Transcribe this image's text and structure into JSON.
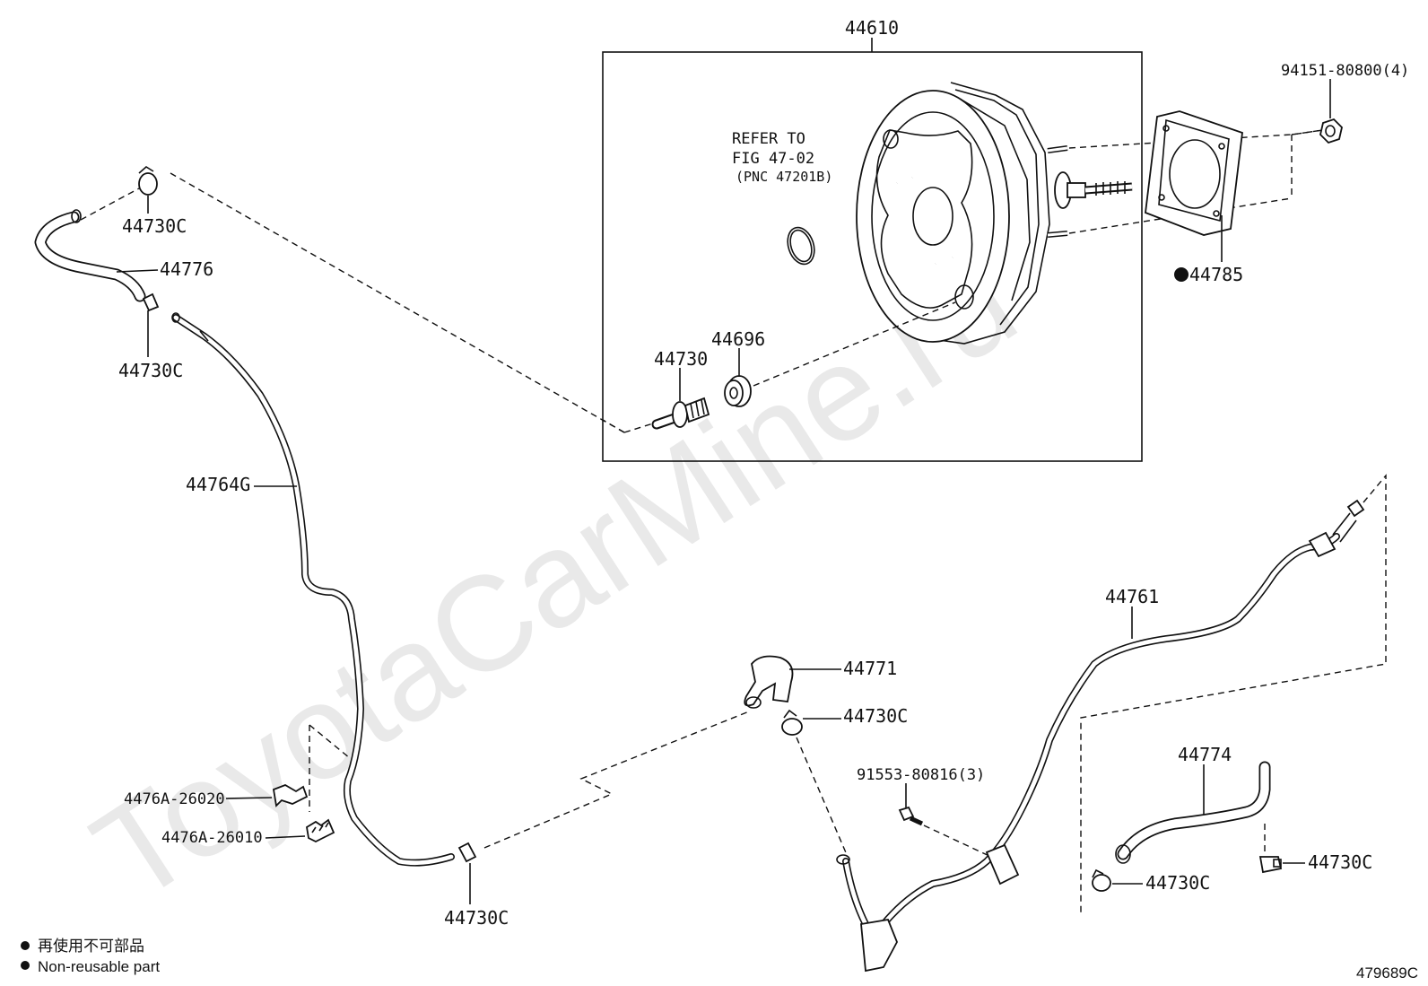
{
  "watermark": "ToyotaCarMine.ru",
  "group_label": "44610",
  "note": {
    "line1": "REFER TO",
    "line2": "FIG 47-02",
    "line3": "(PNC 47201B)"
  },
  "labels": {
    "nut_4": "94151-80800(4)",
    "gasket": "44785",
    "check_valve": "44730",
    "grommet": "44696",
    "clip_top": "44730C",
    "hose_top": "44776",
    "clip_mid": "44730C",
    "hose_long": "44764G",
    "clamp_a": "4476A-26020",
    "clamp_b": "4476A-26010",
    "clip_bottom": "44730C",
    "elbow": "44771",
    "clip_elbow": "44730C",
    "bolt_3": "91553-80816(3)",
    "pipe": "44761",
    "hose_short": "44774",
    "clip_right": "44730C",
    "clip_right2": "44730C"
  },
  "legend": {
    "cn": "再使用不可部品",
    "en": "Non-reusable part"
  },
  "figure_id": "479689C"
}
